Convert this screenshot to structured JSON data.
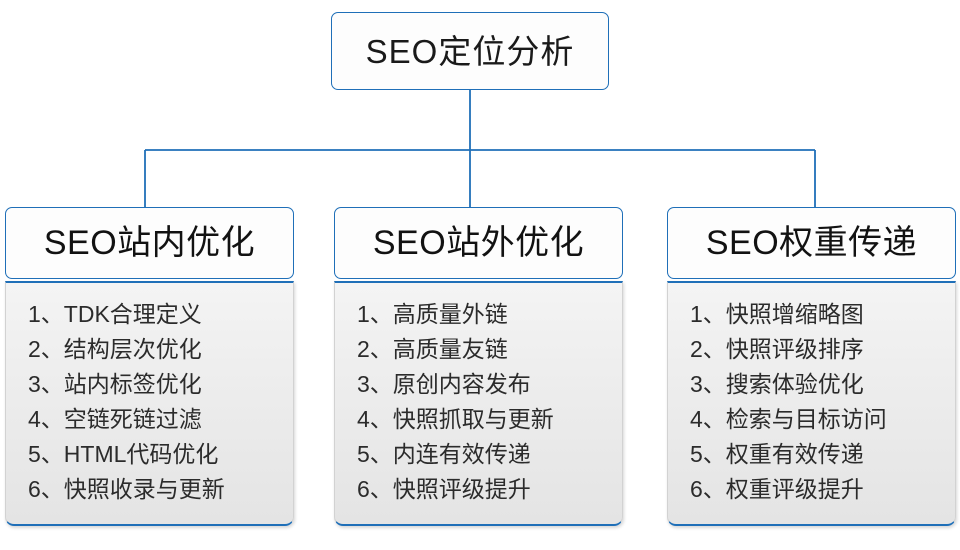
{
  "diagram": {
    "root": {
      "label": "SEO定位分析"
    },
    "branches": [
      {
        "header": "SEO站内优化",
        "items": [
          {
            "index": "1、",
            "text": "TDK合理定义"
          },
          {
            "index": "2、",
            "text": "结构层次优化"
          },
          {
            "index": "3、",
            "text": "站内标签优化"
          },
          {
            "index": "4、",
            "text": "空链死链过滤"
          },
          {
            "index": "5、",
            "text": "HTML代码优化"
          },
          {
            "index": "6、",
            "text": "快照收录与更新"
          }
        ]
      },
      {
        "header": "SEO站外优化",
        "items": [
          {
            "index": "1、",
            "text": "高质量外链"
          },
          {
            "index": "2、",
            "text": "高质量友链"
          },
          {
            "index": "3、",
            "text": "原创内容发布"
          },
          {
            "index": "4、",
            "text": "快照抓取与更新"
          },
          {
            "index": "5、",
            "text": "内连有效传递"
          },
          {
            "index": "6、",
            "text": "快照评级提升"
          }
        ]
      },
      {
        "header": "SEO权重传递",
        "items": [
          {
            "index": "1、",
            "text": "快照增缩略图"
          },
          {
            "index": "2、",
            "text": "快照评级排序"
          },
          {
            "index": "3、",
            "text": "搜索体验优化"
          },
          {
            "index": "4、",
            "text": "检索与目标访问"
          },
          {
            "index": "5、",
            "text": "权重有效传递"
          },
          {
            "index": "6、",
            "text": "权重评级提升"
          }
        ]
      }
    ],
    "colors": {
      "connector": "#1f6fb8",
      "node_border": "#1f6fb8",
      "node_fill": "#fdfdfd",
      "panel_fill": "#eeeeee",
      "text": "#1a1a1a"
    }
  }
}
